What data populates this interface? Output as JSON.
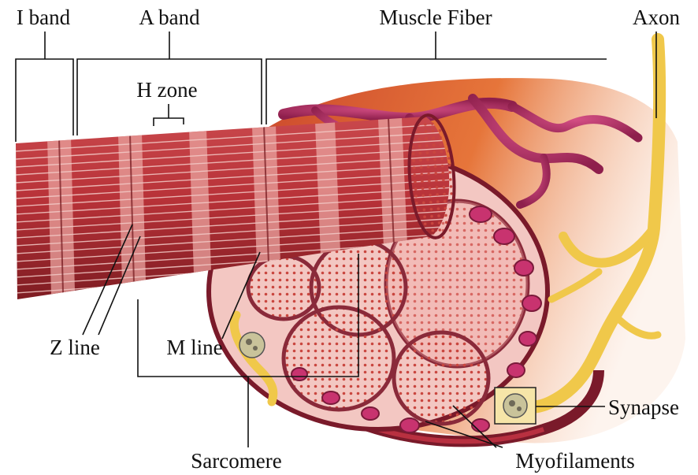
{
  "labels": {
    "i_band": "I band",
    "a_band": "A band",
    "h_zone": "H zone",
    "muscle_fiber": "Muscle Fiber",
    "axon": "Axon",
    "z_line": "Z line",
    "m_line": "M line",
    "sarcomere": "Sarcomere",
    "synapse": "Synapse",
    "myofilaments": "Myofilaments"
  },
  "colors": {
    "myofibril": "#b8383e",
    "myofibril_light": "#e49a96",
    "cross_section": "#f2a7a2",
    "filament_dots": "#c9463f",
    "capillary": "#b8306a",
    "membrane": "#7a1a2a",
    "fiber_background": "#d9562e",
    "axon": "#f0c84a",
    "leader_lines": "#111111"
  }
}
